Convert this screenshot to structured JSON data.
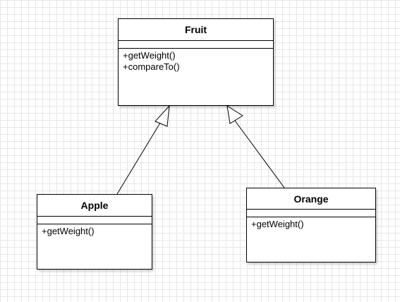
{
  "classes": {
    "fruit": {
      "name": "Fruit",
      "operations": [
        "+getWeight()",
        "+compareTo()"
      ]
    },
    "apple": {
      "name": "Apple",
      "operations": [
        "+getWeight()"
      ]
    },
    "orange": {
      "name": "Orange",
      "operations": [
        "+getWeight()"
      ]
    }
  },
  "relations": [
    {
      "type": "generalization",
      "from": "apple",
      "to": "fruit"
    },
    {
      "type": "generalization",
      "from": "orange",
      "to": "fruit"
    }
  ],
  "colors": {
    "line": "#000000",
    "background": "#ffffff",
    "grid": "#e6e6e6"
  }
}
